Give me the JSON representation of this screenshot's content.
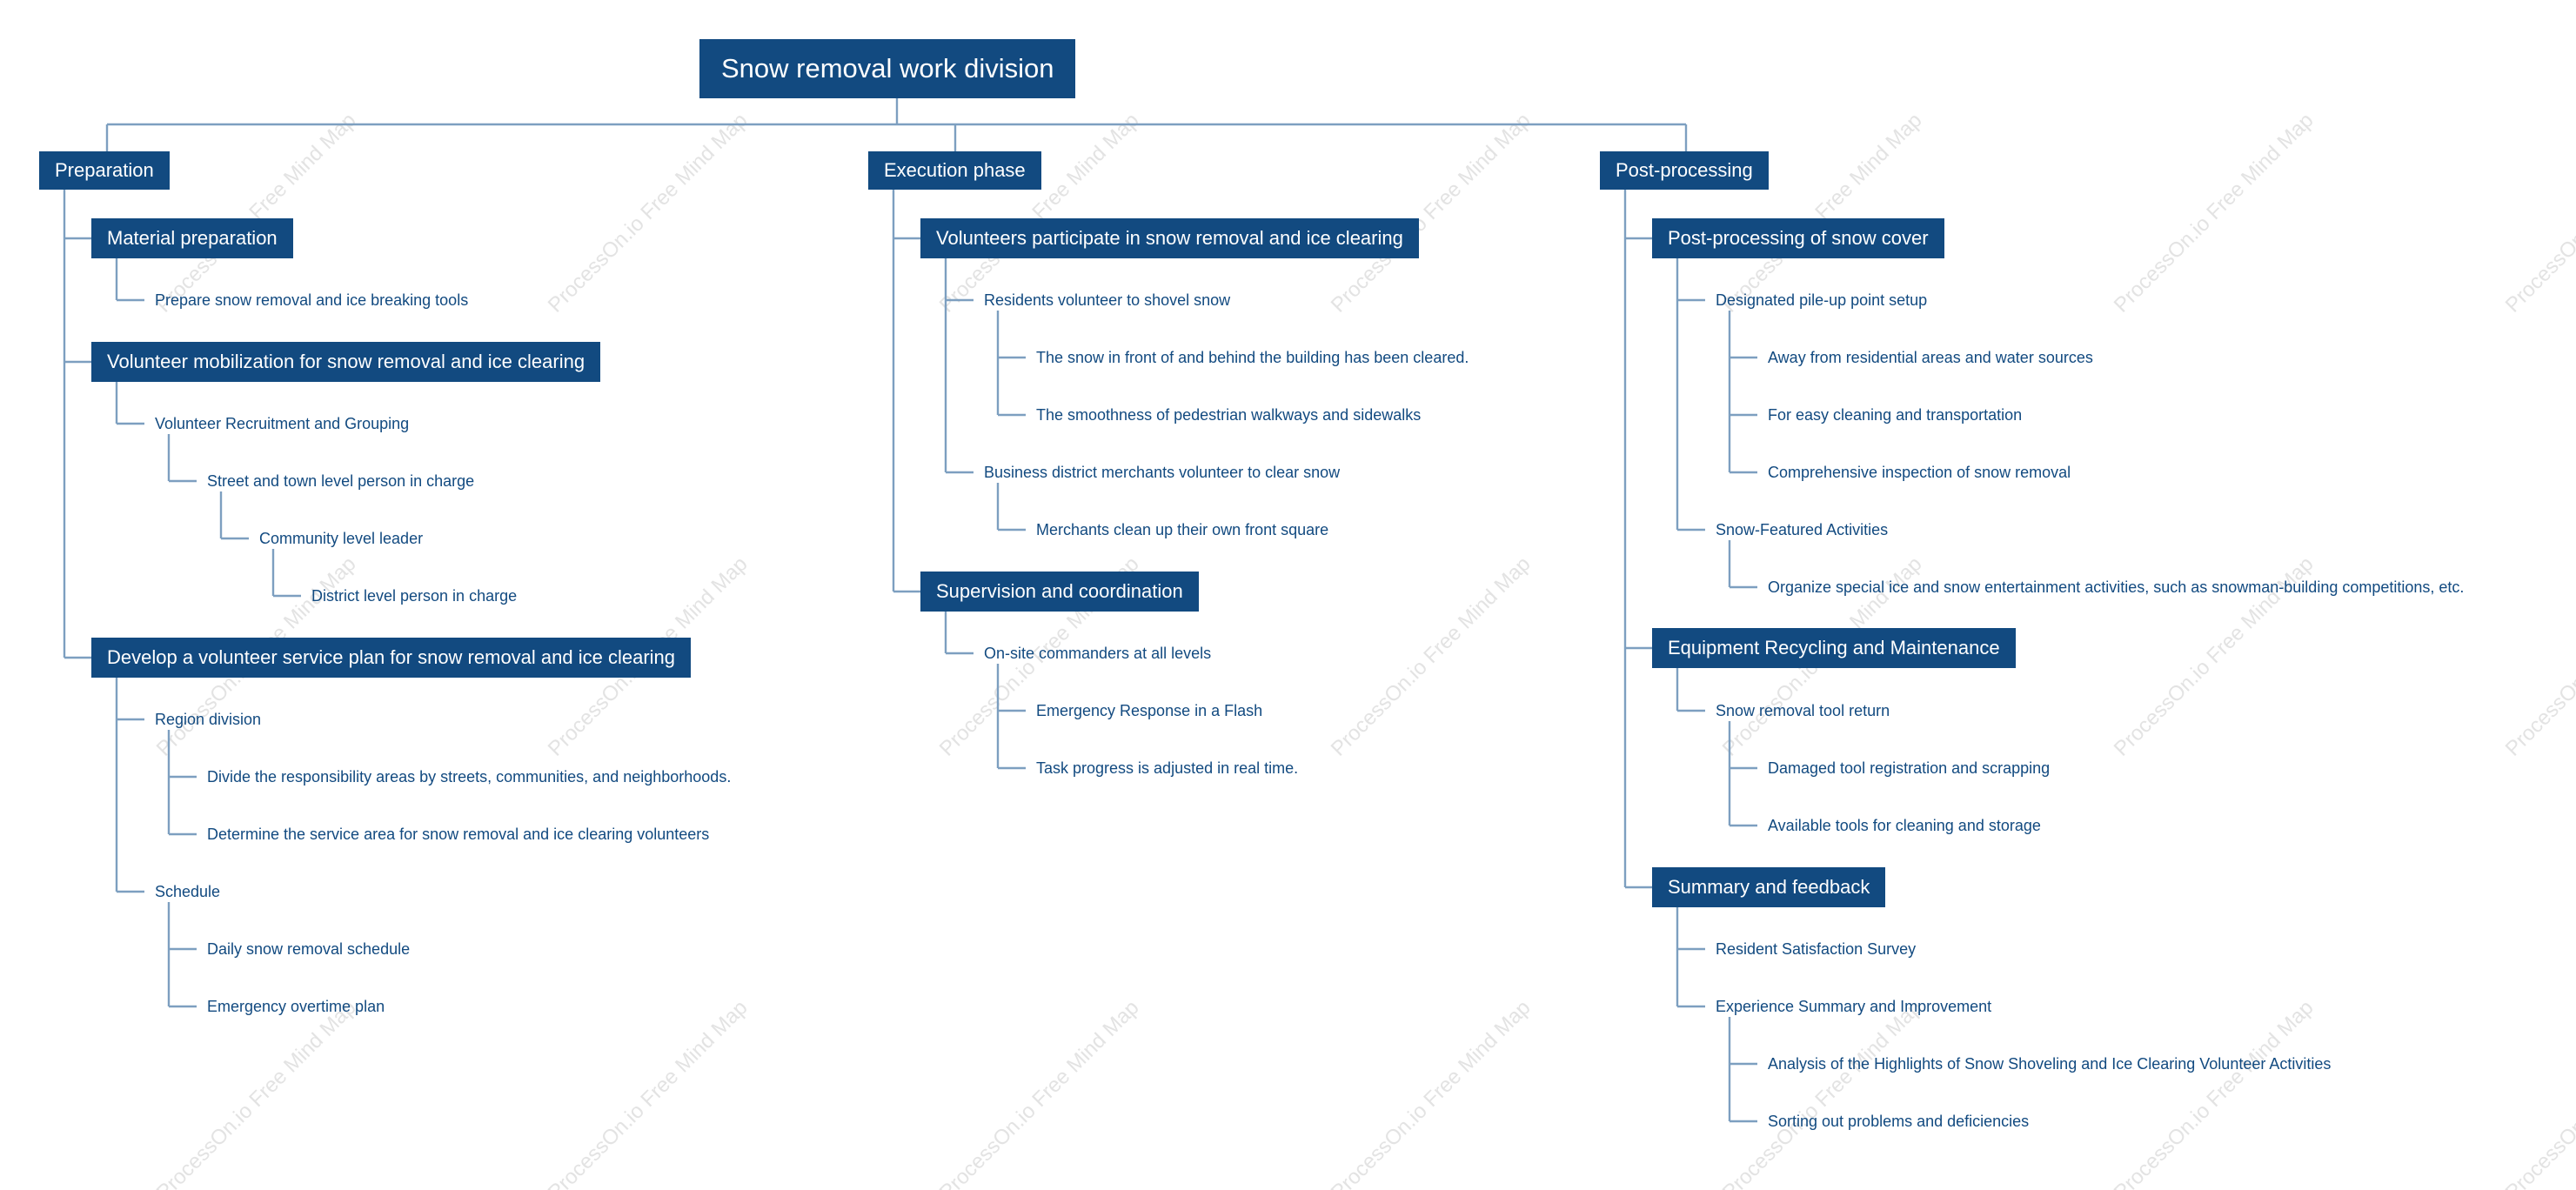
{
  "diagram": {
    "title": "Snow removal work division",
    "watermark": "ProcessOn.io Free Mind Map",
    "colors": {
      "node_fill": "#124a80",
      "node_text": "#ffffff",
      "leaf_text": "#124a80",
      "connector": "#7d9fc0",
      "watermark": "#e3e3e3"
    },
    "branches": [
      {
        "label": "Preparation",
        "children": [
          {
            "label": "Material preparation",
            "children": [
              {
                "label": "Prepare snow removal and ice breaking tools"
              }
            ]
          },
          {
            "label": "Volunteer mobilization for snow removal and ice clearing",
            "children": [
              {
                "label": "Volunteer Recruitment and Grouping",
                "children": [
                  {
                    "label": "Street and town level person in charge",
                    "children": [
                      {
                        "label": "Community level leader",
                        "children": [
                          {
                            "label": "District level person in charge"
                          }
                        ]
                      }
                    ]
                  }
                ]
              }
            ]
          },
          {
            "label": "Develop a volunteer service plan for snow removal and ice clearing",
            "children": [
              {
                "label": "Region division",
                "children": [
                  {
                    "label": "Divide the responsibility areas by streets, communities, and neighborhoods."
                  },
                  {
                    "label": "Determine the service area for snow removal and ice clearing volunteers"
                  }
                ]
              },
              {
                "label": "Schedule",
                "children": [
                  {
                    "label": "Daily snow removal schedule"
                  },
                  {
                    "label": "Emergency overtime plan"
                  }
                ]
              }
            ]
          }
        ]
      },
      {
        "label": "Execution phase",
        "children": [
          {
            "label": "Volunteers participate in snow removal and ice clearing",
            "children": [
              {
                "label": "Residents volunteer to shovel snow",
                "children": [
                  {
                    "label": "The snow in front of and behind the building has been cleared."
                  },
                  {
                    "label": "The smoothness of pedestrian walkways and sidewalks"
                  }
                ]
              },
              {
                "label": "Business district merchants volunteer to clear snow",
                "children": [
                  {
                    "label": "Merchants clean up their own front square"
                  }
                ]
              }
            ]
          },
          {
            "label": "Supervision and coordination",
            "children": [
              {
                "label": "On-site commanders at all levels",
                "children": [
                  {
                    "label": "Emergency Response in a Flash"
                  },
                  {
                    "label": "Task progress is adjusted in real time."
                  }
                ]
              }
            ]
          }
        ]
      },
      {
        "label": "Post-processing",
        "children": [
          {
            "label": "Post-processing of snow cover",
            "children": [
              {
                "label": "Designated pile-up point setup",
                "children": [
                  {
                    "label": "Away from residential areas and water sources"
                  },
                  {
                    "label": "For easy cleaning and transportation"
                  },
                  {
                    "label": "Comprehensive inspection of snow removal"
                  }
                ]
              },
              {
                "label": "Snow-Featured Activities",
                "children": [
                  {
                    "label": "Organize special ice and snow entertainment activities, such as snowman-building competitions, etc."
                  }
                ]
              }
            ]
          },
          {
            "label": "Equipment Recycling and Maintenance",
            "children": [
              {
                "label": "Snow removal tool return",
                "children": [
                  {
                    "label": "Damaged tool registration and scrapping"
                  },
                  {
                    "label": "Available tools for cleaning and storage"
                  }
                ]
              }
            ]
          },
          {
            "label": "Summary and feedback",
            "children": [
              {
                "label": "Resident Satisfaction Survey"
              },
              {
                "label": "Experience Summary and Improvement",
                "children": [
                  {
                    "label": "Analysis of the Highlights of Snow Shoveling and Ice Clearing Volunteer Activities"
                  },
                  {
                    "label": "Sorting out problems and deficiencies"
                  }
                ]
              }
            ]
          }
        ]
      }
    ]
  }
}
